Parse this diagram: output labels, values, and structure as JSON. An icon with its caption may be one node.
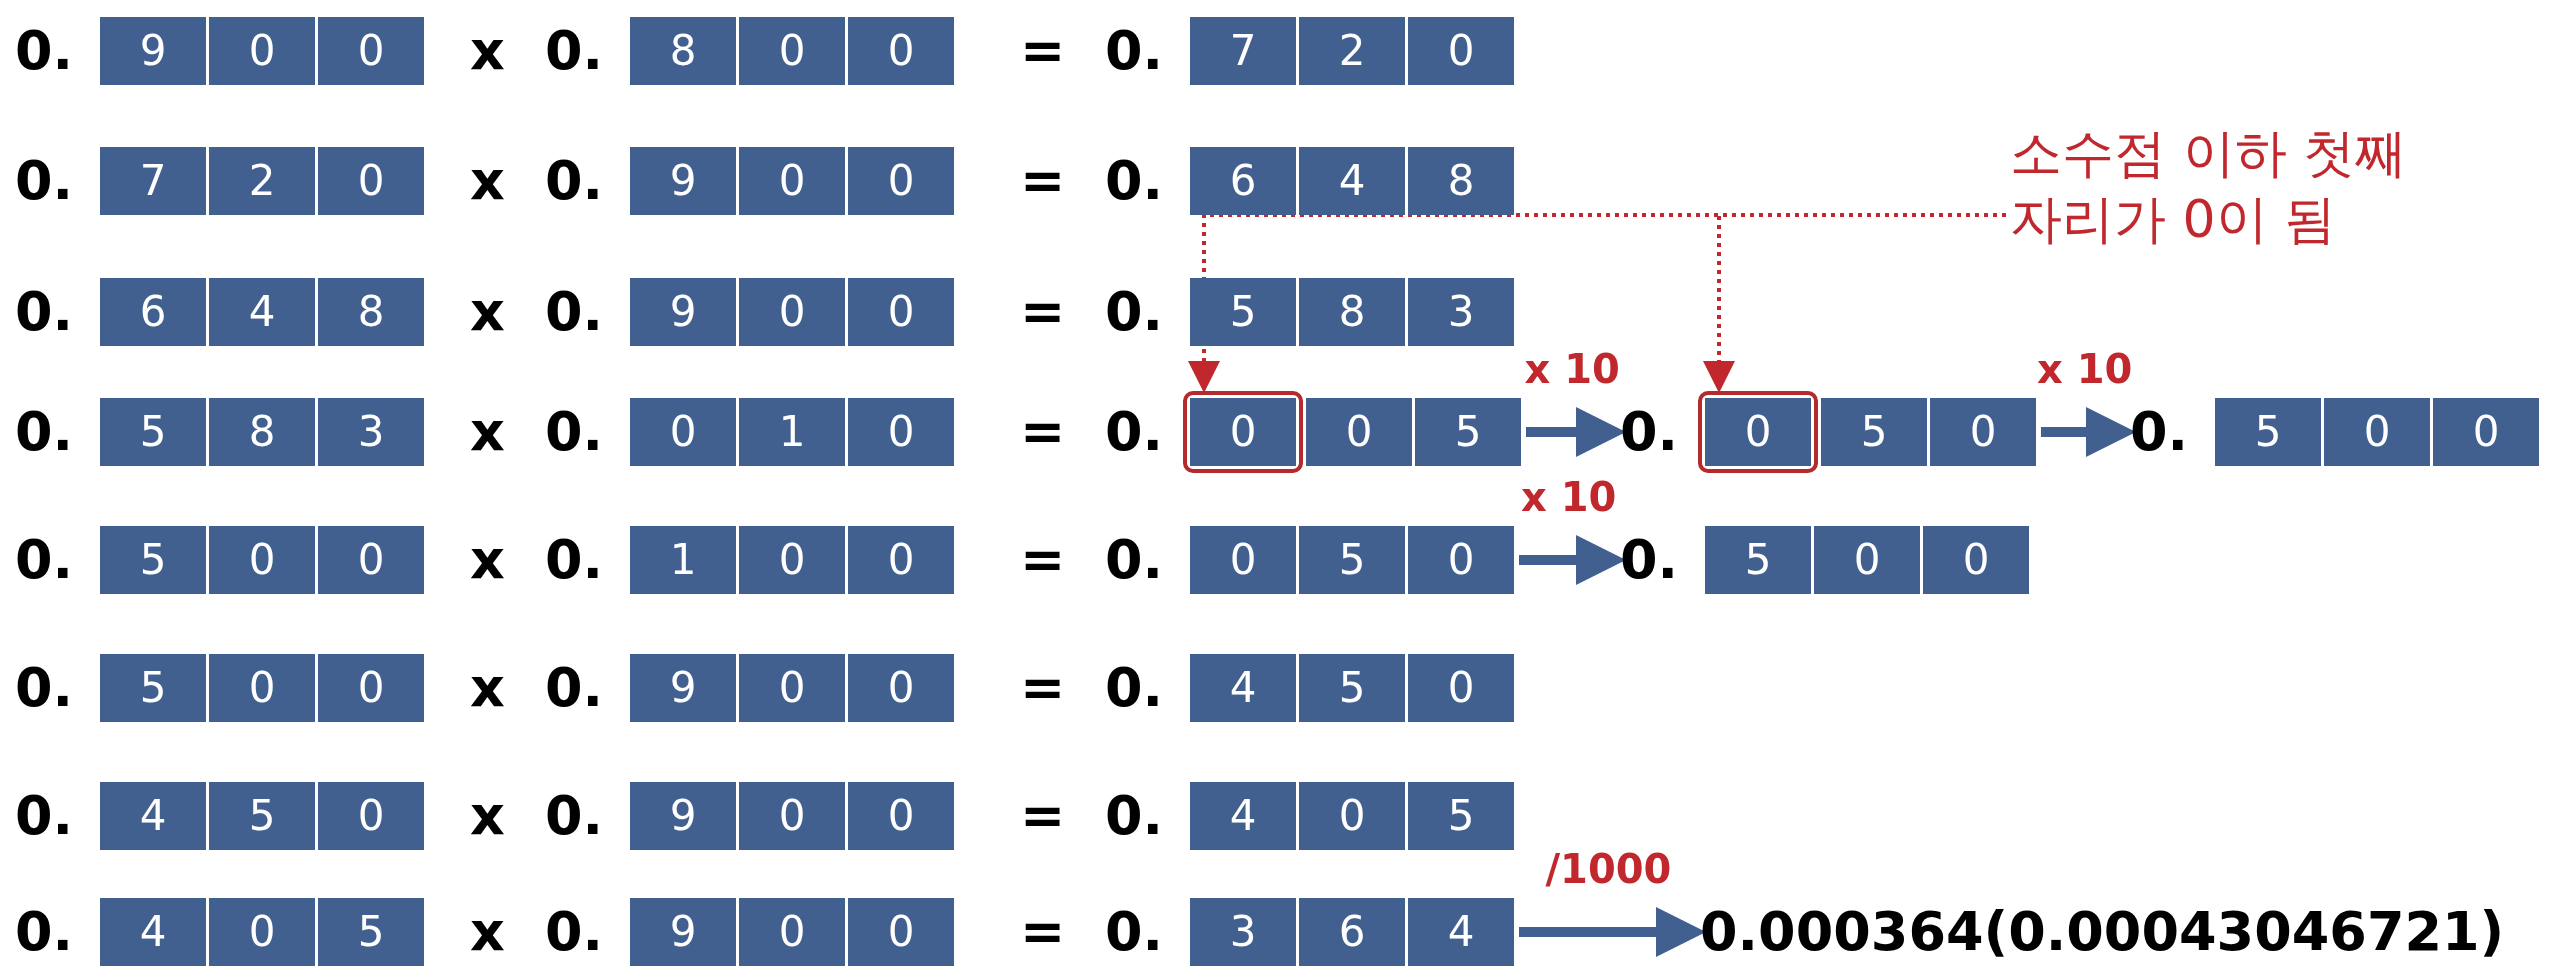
{
  "diagram": {
    "nodes": [
      {
        "text": [
          "9",
          "0",
          "0"
        ],
        "beside": [
          "0."
        ]
      },
      {
        "text": [
          "8",
          "0",
          "0"
        ],
        "beside": [
          "0."
        ]
      },
      {
        "text": [
          "7",
          "2",
          "0"
        ],
        "beside": [
          "0."
        ]
      },
      {
        "text": [
          "7",
          "2",
          "0"
        ],
        "beside": [
          "0."
        ]
      },
      {
        "text": [
          "9",
          "0",
          "0"
        ],
        "beside": [
          "0."
        ]
      },
      {
        "text": [
          "6",
          "4",
          "8"
        ],
        "beside": [
          "0."
        ]
      },
      {
        "text": [
          "소수점 이하 첫째 자리가 0이 됨"
        ]
      },
      {
        "text": [
          "6",
          "4",
          "8"
        ],
        "beside": [
          "0."
        ]
      },
      {
        "text": [
          "9",
          "0",
          "0"
        ],
        "beside": [
          "0."
        ]
      },
      {
        "text": [
          "5",
          "8",
          "3"
        ],
        "beside": [
          "0."
        ]
      },
      {
        "text": [
          "5",
          "8",
          "3"
        ],
        "beside": [
          "0."
        ]
      },
      {
        "text": [
          "0",
          "1",
          "0"
        ],
        "beside": [
          "0."
        ]
      },
      {
        "text": [
          "0"
        ],
        "beside": [
          "0."
        ]
      },
      {
        "text": [
          "0",
          "5"
        ]
      },
      {
        "text": [
          "0"
        ],
        "beside": [
          "0."
        ]
      },
      {
        "text": [
          "5",
          "0"
        ]
      },
      {
        "text": [
          "5",
          "0",
          "0"
        ],
        "beside": [
          "0."
        ]
      },
      {
        "text": [
          "5",
          "0",
          "0"
        ],
        "beside": [
          "0."
        ]
      },
      {
        "text": [
          "1",
          "0",
          "0"
        ],
        "beside": [
          "0."
        ]
      },
      {
        "text": [
          "0",
          "5",
          "0"
        ],
        "beside": [
          "0."
        ]
      },
      {
        "text": [
          "5",
          "0",
          "0"
        ],
        "beside": [
          "0."
        ]
      },
      {
        "text": [
          "5",
          "0",
          "0"
        ],
        "beside": [
          "0."
        ]
      },
      {
        "text": [
          "9",
          "0",
          "0"
        ],
        "beside": [
          "0."
        ]
      },
      {
        "text": [
          "4",
          "5",
          "0"
        ],
        "beside": [
          "0."
        ]
      },
      {
        "text": [
          "4",
          "5",
          "0"
        ],
        "beside": [
          "0."
        ]
      },
      {
        "text": [
          "9",
          "0",
          "0"
        ],
        "beside": [
          "0."
        ]
      },
      {
        "text": [
          "4",
          "0",
          "5"
        ],
        "beside": [
          "0."
        ]
      },
      {
        "text": [
          "4",
          "0",
          "5"
        ],
        "beside": [
          "0."
        ]
      },
      {
        "text": [
          "9",
          "0",
          "0"
        ],
        "beside": [
          "0."
        ]
      },
      {
        "text": [
          "3",
          "6",
          "4"
        ],
        "beside": [
          "0."
        ]
      },
      {
        "text": [
          "0.000364(0.00043046721)"
        ]
      }
    ],
    "edges": [
      {
        "from": 6,
        "to": 12,
        "arrow": "to",
        "style": "dashed",
        "color": "#c0282d"
      },
      {
        "from": 6,
        "to": 14,
        "arrow": "to",
        "style": "dashed",
        "color": "#c0282d"
      },
      {
        "from": 13,
        "to": 14,
        "arrow": "to",
        "label": "x 10"
      },
      {
        "from": 15,
        "to": 16,
        "arrow": "to",
        "label": "x 10"
      },
      {
        "from": 19,
        "to": 20,
        "arrow": "to",
        "label": "x 10"
      },
      {
        "from": 29,
        "to": 30,
        "arrow": "to",
        "label": "/1000"
      }
    ],
    "labels": [
      "x",
      "=",
      "x",
      "=",
      "x",
      "=",
      "x",
      "=",
      "x",
      "=",
      "x",
      "=",
      "x",
      "=",
      "x",
      "="
    ]
  }
}
